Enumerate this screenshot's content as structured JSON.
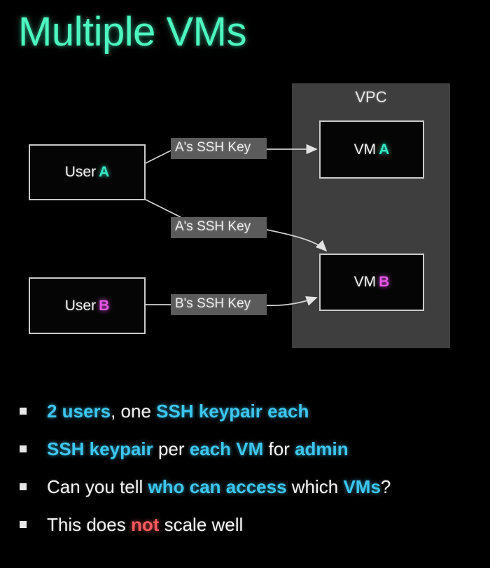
{
  "slide": {
    "title": "Multiple VMs",
    "title_color": "#4df7c0",
    "background_color": "#000000"
  },
  "diagram": {
    "vpc": {
      "label": "VPC",
      "fill_color": "#3e3e3e"
    },
    "nodes": {
      "user_a": {
        "prefix": "User",
        "tag": "A",
        "tag_color": "#36e8c4"
      },
      "user_b": {
        "prefix": "User",
        "tag": "B",
        "tag_color": "#e756e7"
      },
      "vm_a": {
        "prefix": "VM",
        "tag": "A",
        "tag_color": "#36e8c4"
      },
      "vm_b": {
        "prefix": "VM",
        "tag": "B",
        "tag_color": "#e756e7"
      }
    },
    "edge_labels": {
      "a_to_vm_a": "A's SSH Key",
      "a_to_vm_b": "A's SSH Key",
      "b_to_vm_b": "B's SSH Key",
      "label_background": "#5b5b5b"
    }
  },
  "bullets": [
    {
      "marker": "square-bullet",
      "parts": [
        {
          "text": "2 users",
          "style": "cyan"
        },
        {
          "text": ", one ",
          "style": "plain"
        },
        {
          "text": "SSH keypair each",
          "style": "cyan"
        }
      ]
    },
    {
      "marker": "square-bullet",
      "parts": [
        {
          "text": "SSH keypair",
          "style": "cyan"
        },
        {
          "text": " per ",
          "style": "plain"
        },
        {
          "text": "each VM",
          "style": "cyan"
        },
        {
          "text": " for ",
          "style": "plain"
        },
        {
          "text": "admin",
          "style": "cyan"
        }
      ]
    },
    {
      "marker": "square-bullet",
      "parts": [
        {
          "text": "Can you tell ",
          "style": "plain"
        },
        {
          "text": "who can access",
          "style": "cyan"
        },
        {
          "text": " which ",
          "style": "plain"
        },
        {
          "text": "VMs",
          "style": "cyan"
        },
        {
          "text": "?",
          "style": "plain"
        }
      ]
    },
    {
      "marker": "square-bullet",
      "parts": [
        {
          "text": "This does ",
          "style": "plain"
        },
        {
          "text": "not",
          "style": "red"
        },
        {
          "text": " scale well",
          "style": "plain"
        }
      ]
    }
  ],
  "accent_colors": {
    "cyan_highlight": "#3dc6ef",
    "red_highlight": "#ff5a5f",
    "teal_tag": "#36e8c4",
    "magenta_tag": "#e756e7",
    "connector_line": "#d0d0d0"
  }
}
